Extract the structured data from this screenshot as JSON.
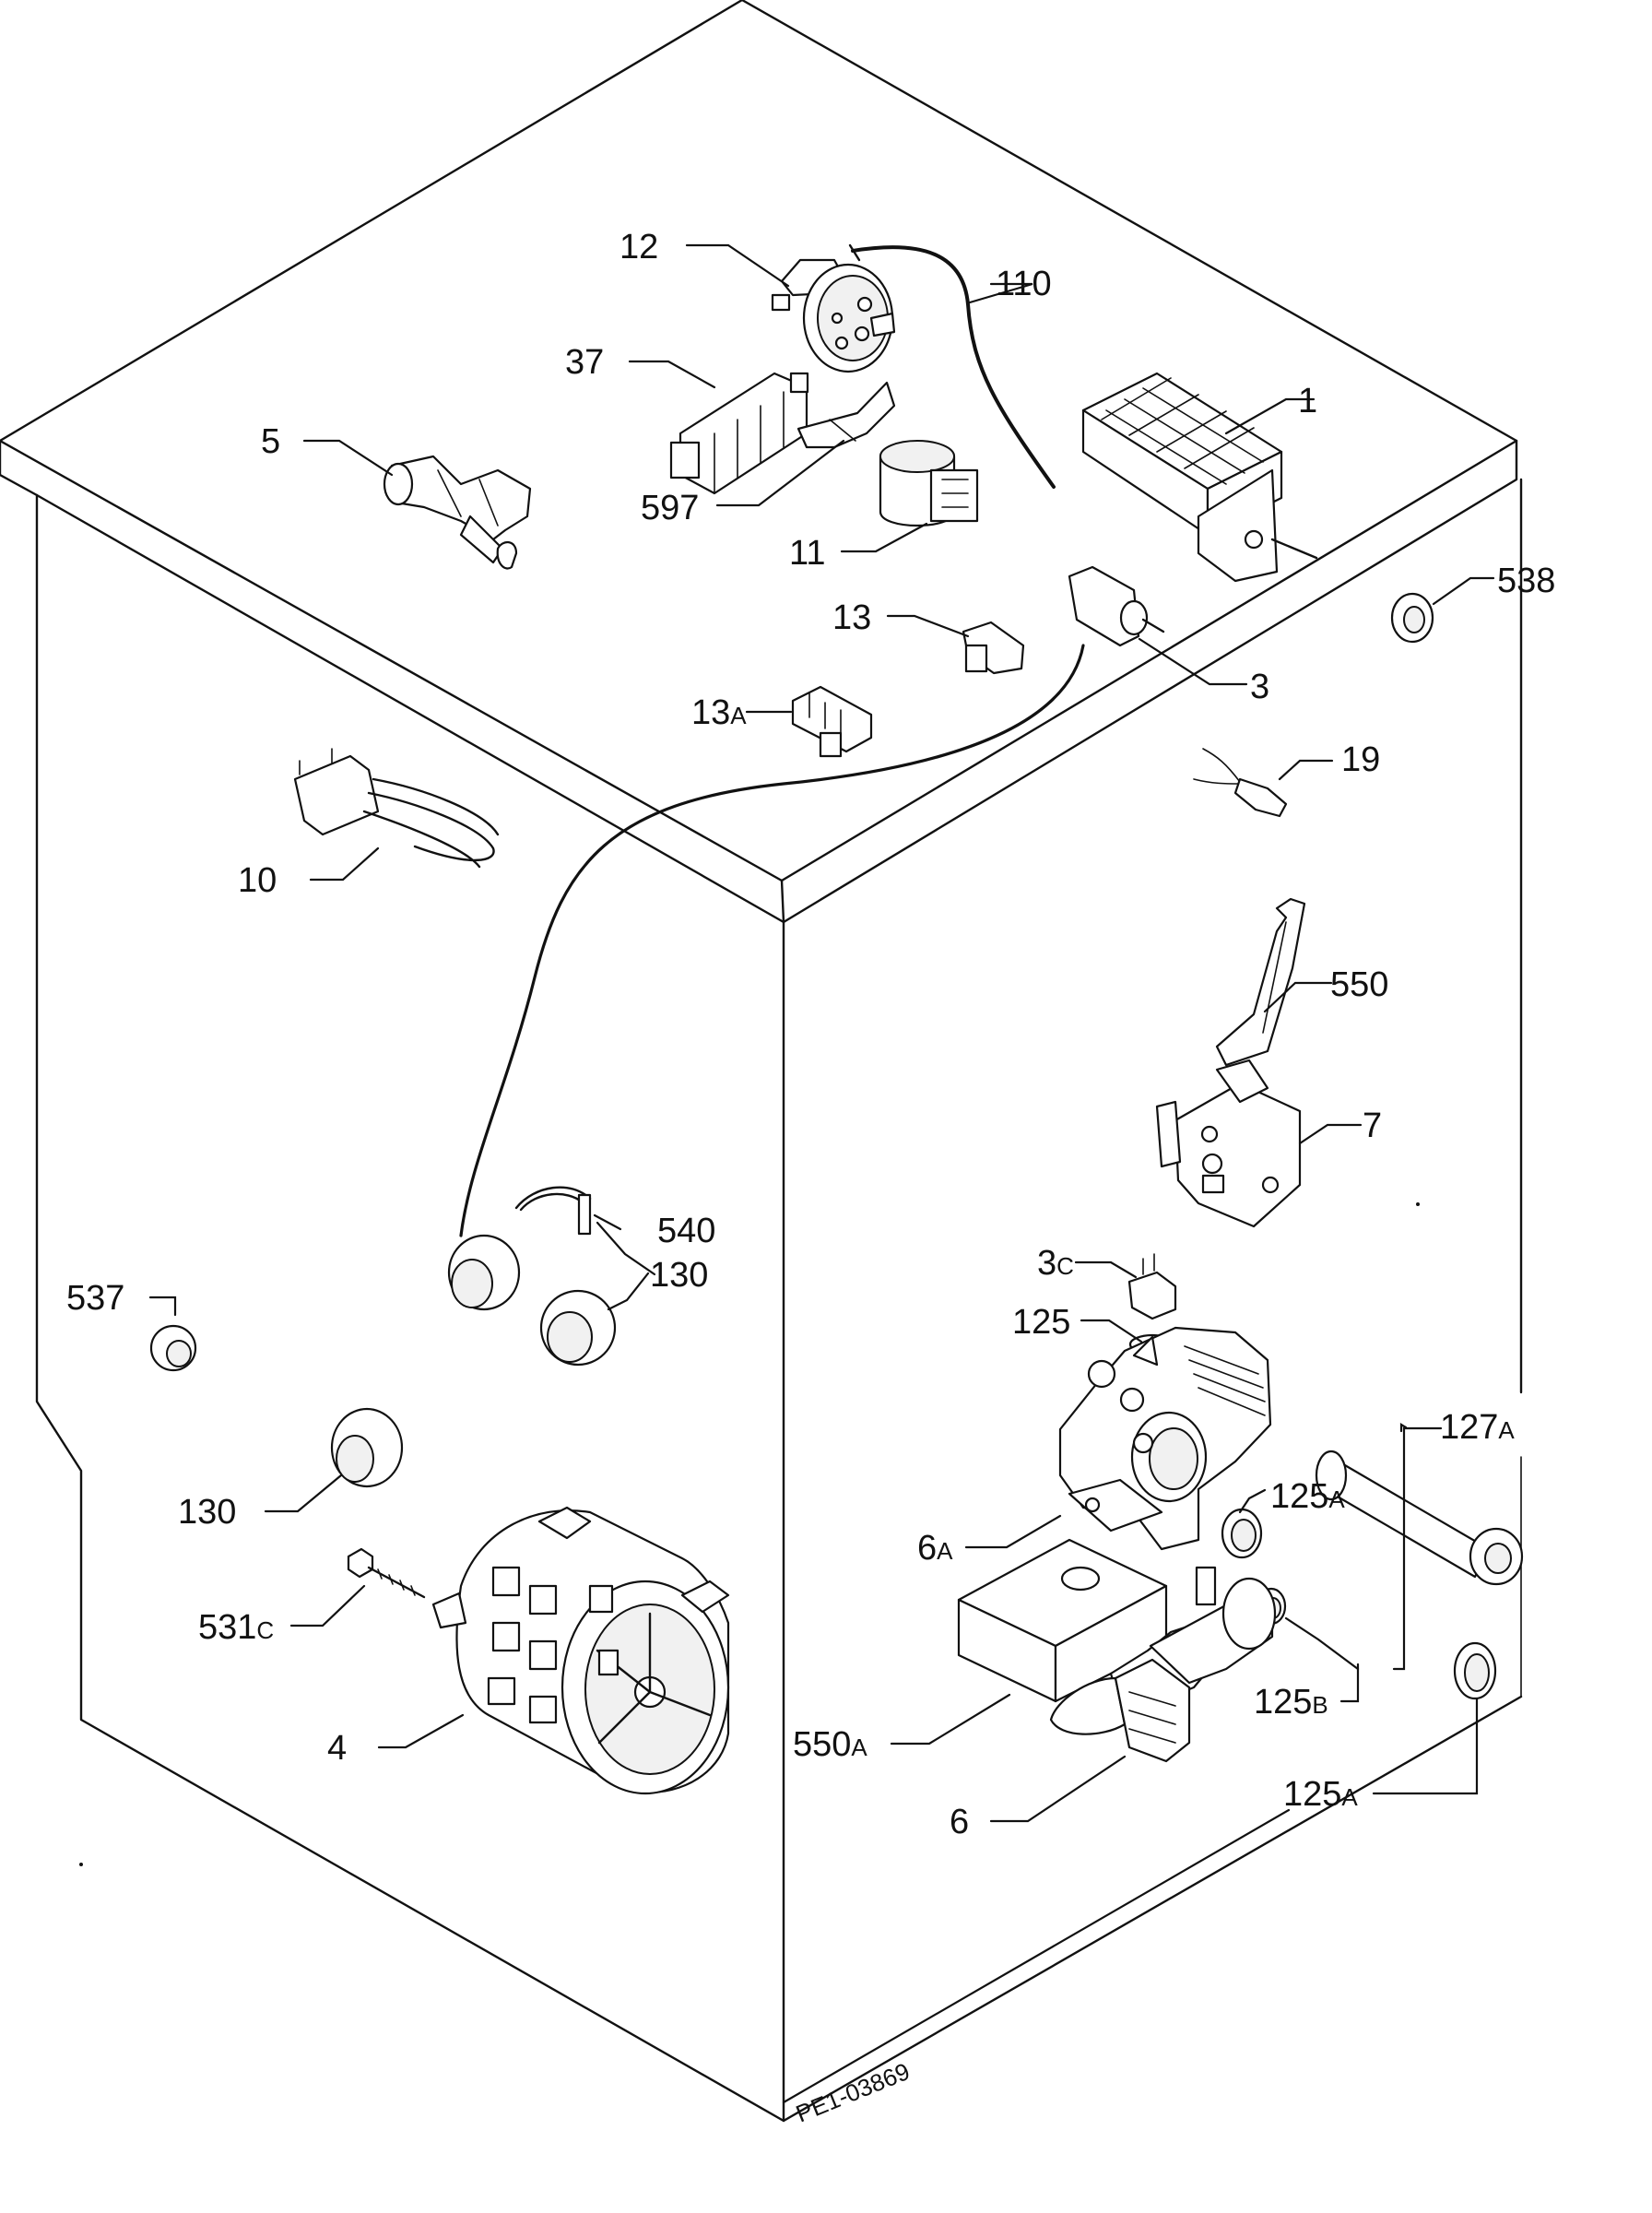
{
  "parts": [
    {
      "id": "p1",
      "label": "1",
      "icon": "timer-programmer-icon"
    },
    {
      "id": "p3",
      "label": "3",
      "icon": "thermostat-switch-icon"
    },
    {
      "id": "p3c",
      "label": "3",
      "suffix": "C",
      "icon": "pump-plug-icon"
    },
    {
      "id": "p4",
      "label": "4",
      "icon": "motor-icon"
    },
    {
      "id": "p5",
      "label": "5",
      "icon": "water-valve-icon"
    },
    {
      "id": "p6",
      "label": "6",
      "icon": "drain-pump-icon"
    },
    {
      "id": "p6a",
      "label": "6",
      "suffix": "A",
      "icon": "pump-body-icon"
    },
    {
      "id": "p7",
      "label": "7",
      "icon": "door-interlock-icon"
    },
    {
      "id": "p10",
      "label": "10",
      "icon": "heating-element-icon"
    },
    {
      "id": "p11",
      "label": "11",
      "icon": "capacitor-icon"
    },
    {
      "id": "p12",
      "label": "12",
      "icon": "pressure-switch-icon"
    },
    {
      "id": "p13",
      "label": "13",
      "icon": "connector-icon"
    },
    {
      "id": "p13a",
      "label": "13",
      "suffix": "A",
      "icon": "connector-block-icon"
    },
    {
      "id": "p19",
      "label": "19",
      "icon": "ntc-sensor-icon"
    },
    {
      "id": "p37",
      "label": "37",
      "icon": "terminal-block-icon"
    },
    {
      "id": "p110",
      "label": "110",
      "icon": "hose-icon"
    },
    {
      "id": "p125",
      "label": "125",
      "icon": "o-ring-icon"
    },
    {
      "id": "p125a1",
      "label": "125",
      "suffix": "A",
      "icon": "gasket-icon"
    },
    {
      "id": "p125a2",
      "label": "125",
      "suffix": "A",
      "icon": "gasket-icon"
    },
    {
      "id": "p125b",
      "label": "125",
      "suffix": "B",
      "icon": "gasket-icon"
    },
    {
      "id": "p127a",
      "label": "127",
      "suffix": "A",
      "icon": "pipe-icon"
    },
    {
      "id": "p130a",
      "label": "130",
      "icon": "grommet-icon"
    },
    {
      "id": "p130b",
      "label": "130",
      "icon": "grommet-icon"
    },
    {
      "id": "p531c",
      "label": "531",
      "suffix": "C",
      "icon": "screw-icon"
    },
    {
      "id": "p537",
      "label": "537",
      "icon": "plug-cap-icon"
    },
    {
      "id": "p538",
      "label": "538",
      "icon": "bushing-icon"
    },
    {
      "id": "p540",
      "label": "540",
      "icon": "cable-tie-icon"
    },
    {
      "id": "p550",
      "label": "550",
      "icon": "door-lever-icon"
    },
    {
      "id": "p550a",
      "label": "550",
      "suffix": "A",
      "icon": "cover-box-icon"
    },
    {
      "id": "p597",
      "label": "597",
      "icon": "clip-icon"
    }
  ],
  "drawing_code": "PE1-03869"
}
